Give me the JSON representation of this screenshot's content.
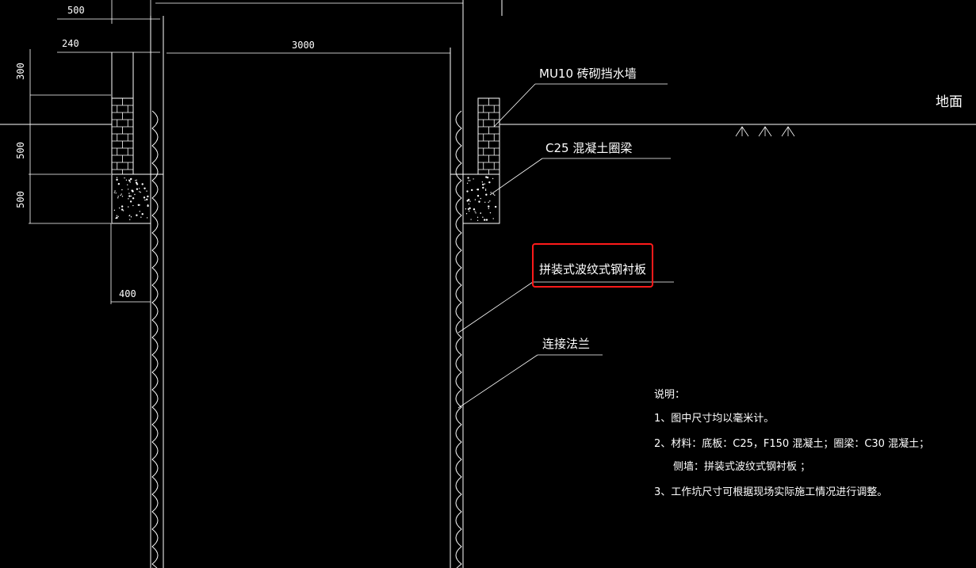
{
  "dimensions": {
    "top_500": "500",
    "top_240": "240",
    "width_3000": "3000",
    "left_300": "300",
    "left_500_a": "500",
    "left_500_b": "500",
    "bottom_400": "400"
  },
  "labels": {
    "wall": "MU10 砖砌挡水墙",
    "ground": "地面",
    "beam": "C25 混凝土圈梁",
    "liner": "拼装式波纹式钢衬板",
    "flange": "连接法兰"
  },
  "notes": {
    "title": "说明：",
    "line1": "1、图中尺寸均以毫米计。",
    "line2": "2、材料：底板：C25，F150 混凝土；圈梁：C30 混凝土；",
    "line2b": "侧墙：拼装式波纹式钢衬板 ；",
    "line3": "3、工作坑尺寸可根据现场实际施工情况进行调整。"
  },
  "colors": {
    "background": "#000000",
    "lines": "#ffffff",
    "highlight": "#ff1a1a"
  }
}
